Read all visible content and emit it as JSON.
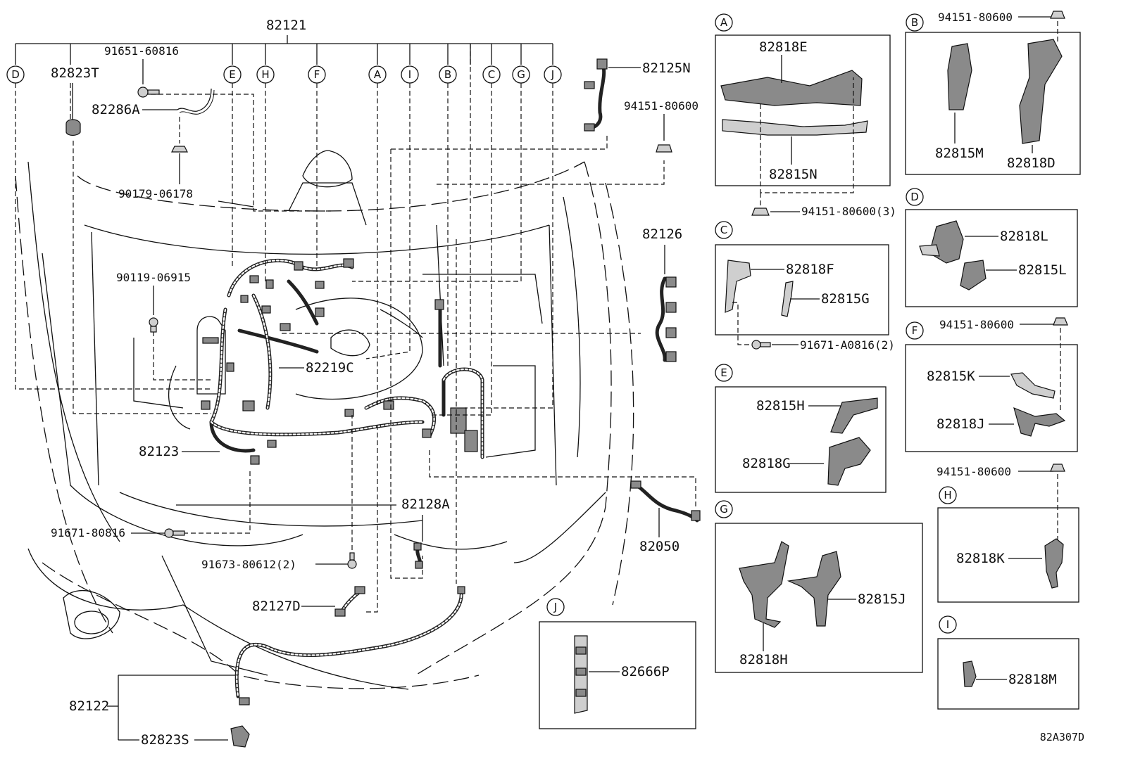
{
  "diagram_id": "82A307D",
  "main": {
    "main_harness": "82121",
    "labels": {
      "p82823T": "82823T",
      "p91651": "91651-60816",
      "p82286A": "82286A",
      "p90179": "90179-06178",
      "p90119": "90119-06915",
      "p82219C": "82219C",
      "p82123": "82123",
      "p91671_80816": "91671-80816",
      "p91673": "91673-80612(2)",
      "p82127D": "82127D",
      "p82122": "82122",
      "p82823S": "82823S",
      "p82128A": "82128A",
      "p82125N": "82125N",
      "p94151_top": "94151-80600",
      "p82126": "82126",
      "p82050": "82050"
    },
    "callouts": [
      "D",
      "E",
      "H",
      "F",
      "A",
      "I",
      "B",
      "C",
      "G",
      "J"
    ]
  },
  "insets": {
    "A": {
      "tag": "A",
      "parts": [
        "82818E",
        "82815N"
      ],
      "clip": "94151-80600(3)"
    },
    "B": {
      "tag": "B",
      "parts": [
        "82815M",
        "82818D"
      ],
      "clip": "94151-80600"
    },
    "C": {
      "tag": "C",
      "parts": [
        "82818F",
        "82815G"
      ],
      "clip": "91671-A0816(2)"
    },
    "D": {
      "tag": "D",
      "parts": [
        "82818L",
        "82815L"
      ]
    },
    "E": {
      "tag": "E",
      "parts": [
        "82815H",
        "82818G"
      ]
    },
    "F": {
      "tag": "F",
      "parts": [
        "82815K",
        "82818J"
      ],
      "clip": "94151-80600"
    },
    "G": {
      "tag": "G",
      "parts": [
        "82815J",
        "82818H"
      ]
    },
    "H": {
      "tag": "H",
      "parts": [
        "82818K"
      ],
      "clip": "94151-80600"
    },
    "I": {
      "tag": "I",
      "parts": [
        "82818M"
      ]
    },
    "J": {
      "tag": "J",
      "parts": [
        "82666P"
      ]
    }
  }
}
